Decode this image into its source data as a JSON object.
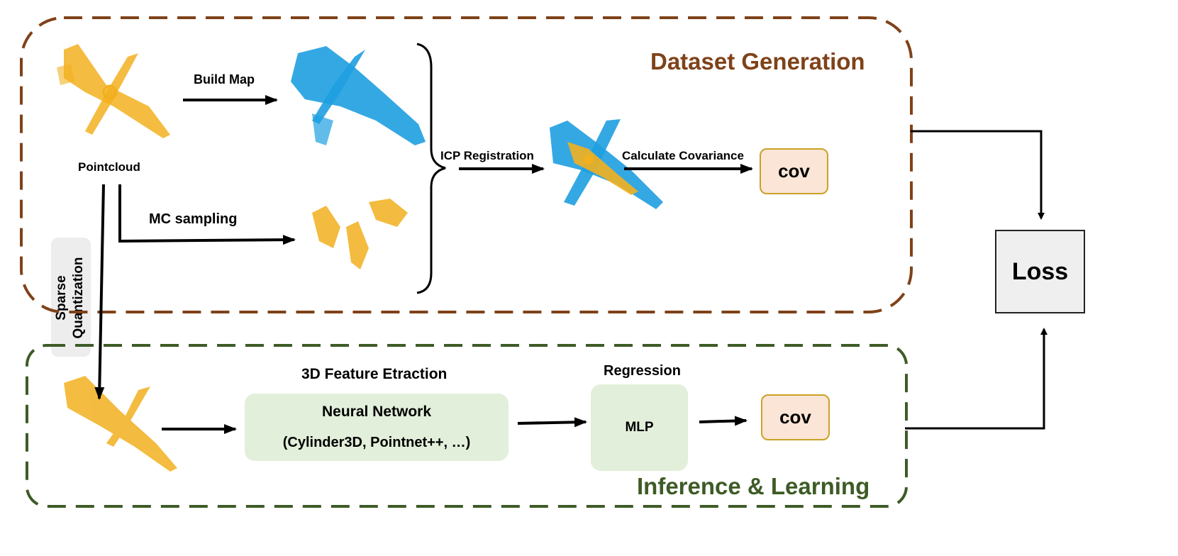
{
  "dataset_section": {
    "title": "Dataset Generation",
    "border_color": "#7f4219"
  },
  "inference_section": {
    "title": "Inference & Learning",
    "border_color": "#3e5b26"
  },
  "labels": {
    "build_map": "Build Map",
    "pointcloud": "Pointcloud",
    "mc_sampling": "MC sampling",
    "icp_registration": "ICP Registration",
    "calculate_covariance": "Calculate Covariance",
    "feature_extraction": "3D Feature Etraction",
    "regression": "Regression",
    "sparse_line1": "Sparse",
    "sparse_line2": "Quantization"
  },
  "boxes": {
    "cov_top": "cov",
    "cov_bottom": "cov",
    "loss": "Loss",
    "mlp": "MLP",
    "nn_title": "Neural Network",
    "nn_subtitle": "(Cylinder3D, Pointnet++, …)"
  },
  "colors": {
    "pointcloud_orange": "#f2b01e",
    "map_blue": "#1e9fe0",
    "cov_fill": "#fbe5d6",
    "cov_border": "#c9a227",
    "green_fill": "#e2efda",
    "loss_fill": "#efefef"
  }
}
